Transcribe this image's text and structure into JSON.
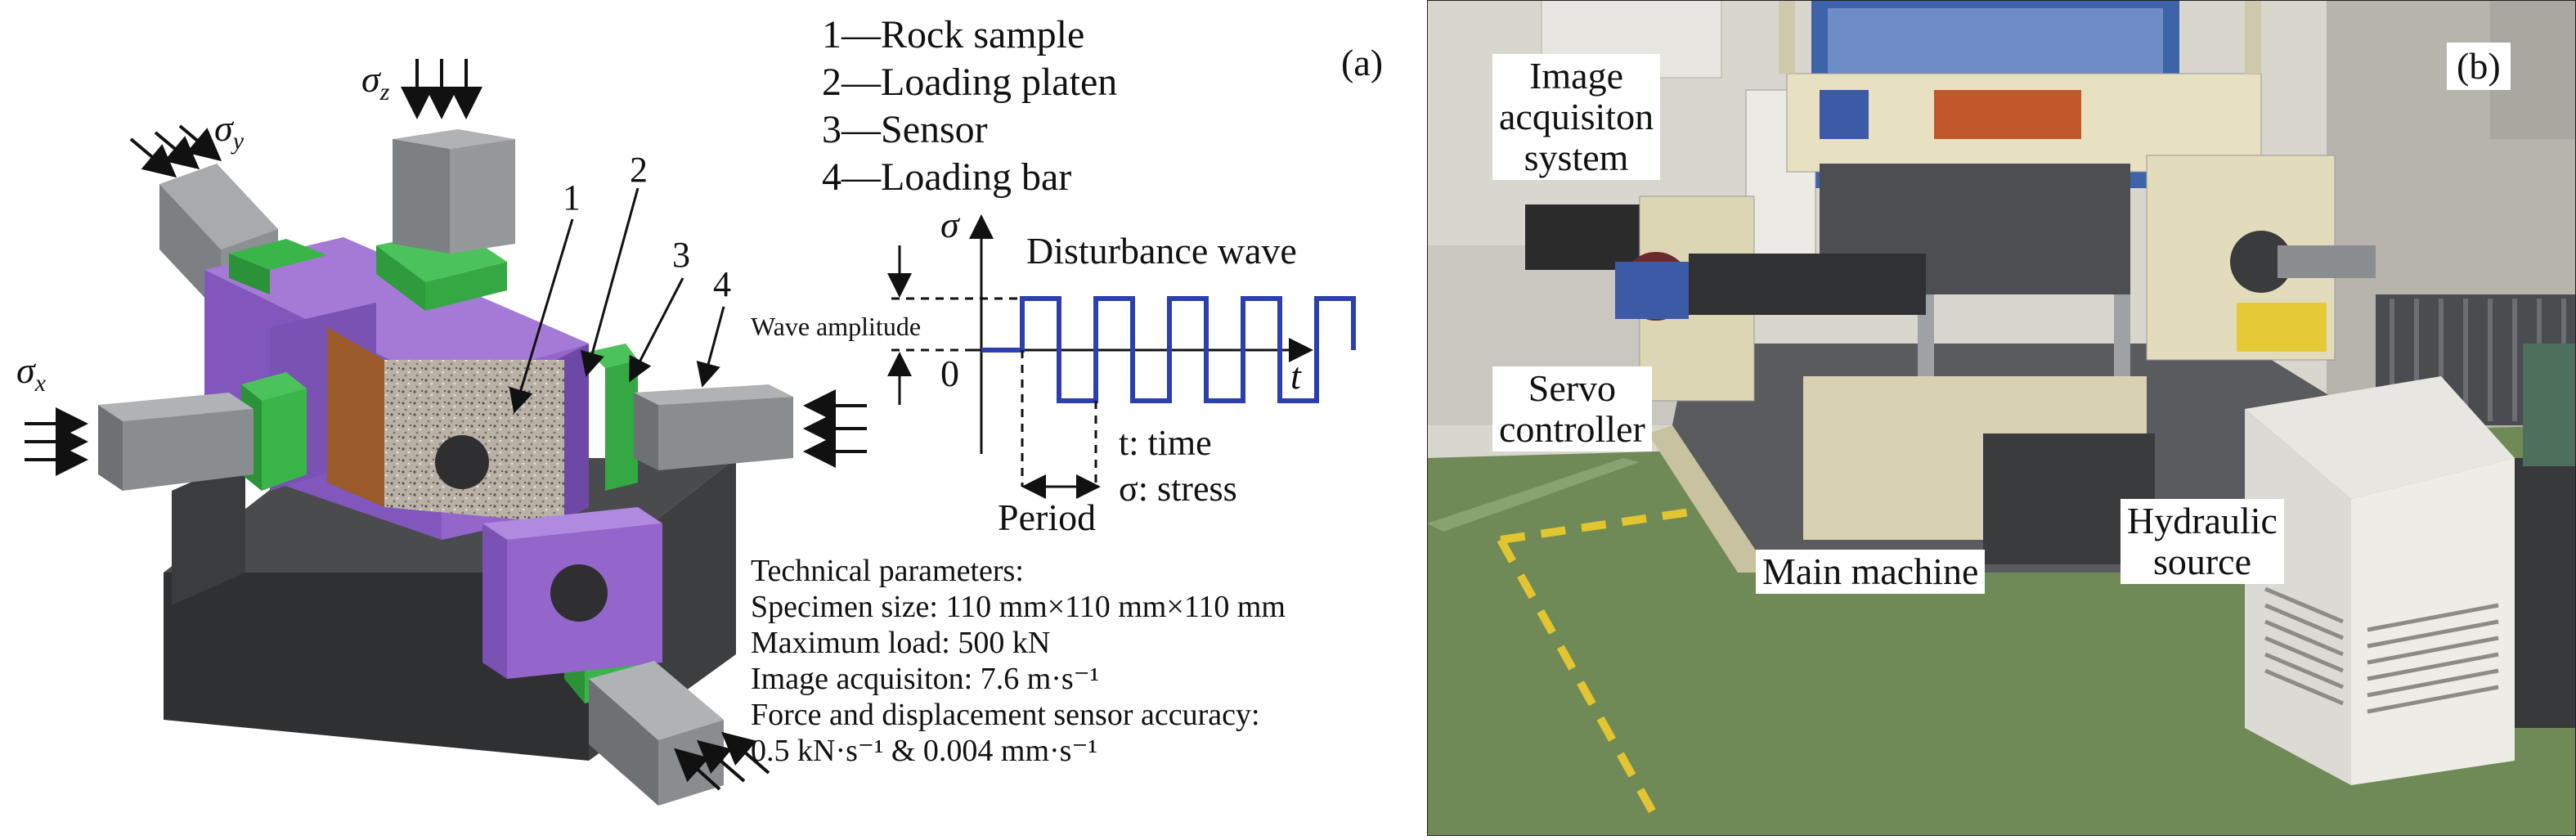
{
  "panel_a": {
    "tag": "(a)",
    "legend": [
      "1—Rock sample",
      "2—Loading platen",
      "3—Sensor",
      "4—Loading bar"
    ],
    "stress_labels": {
      "sigma_z": "σz",
      "sigma_y": "σy",
      "sigma_x": "σx"
    },
    "callouts": [
      "1",
      "2",
      "3",
      "4"
    ],
    "waveform": {
      "y_axis": "σ",
      "x_axis": "t",
      "origin": "0",
      "title": "Disturbance wave",
      "amplitude_label": "Wave amplitude",
      "period_label": "Period",
      "t_meaning": "t: time",
      "sigma_meaning": "σ: stress"
    },
    "parameters": {
      "heading": "Technical parameters:",
      "items": [
        {
          "label": "Specimen size: ",
          "value": "110 mm×110 mm×110 mm"
        },
        {
          "label": "Maximum load: ",
          "value": "500 kN"
        },
        {
          "label": "Image acquisiton: ",
          "value": "7.6 m·s⁻¹"
        },
        {
          "label": "Force and displacement sensor accuracy:",
          "value": ""
        },
        {
          "label": "",
          "value": "0.5 kN·s⁻¹ & 0.004 mm·s⁻¹"
        }
      ]
    }
  },
  "panel_b": {
    "tag": "(b)",
    "labels": {
      "image_acquisition": [
        "Image",
        "acquisiton",
        "system"
      ],
      "servo": [
        "Servo",
        "controller"
      ],
      "main_machine": "Main machine",
      "hydraulic": [
        "Hydraulic",
        "source"
      ]
    }
  },
  "colors": {
    "purple": "#8e5bc8",
    "green": "#3ab54a",
    "gray_bar": "#8a8d90",
    "base": "#3d3e40",
    "wave": "#2b3fae",
    "floor": "#6f8a56"
  }
}
